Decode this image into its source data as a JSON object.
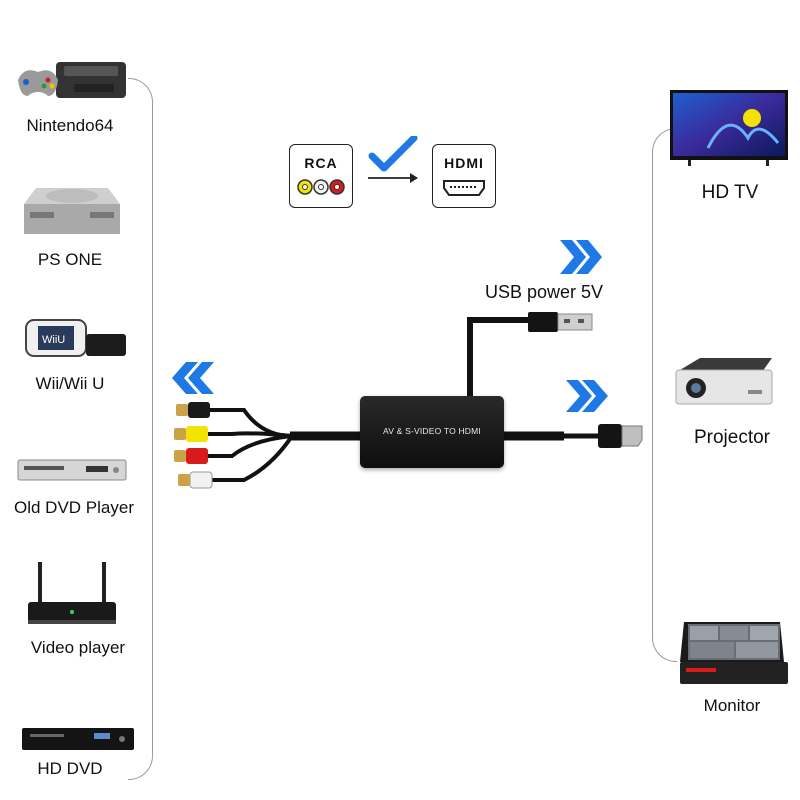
{
  "source_devices": [
    {
      "label": "Nintendo64",
      "icon": "game-console-icon"
    },
    {
      "label": "PS ONE",
      "icon": "ps-one-console-icon"
    },
    {
      "label": "Wii/Wii U",
      "icon": "wii-console-icon"
    },
    {
      "label": "Old DVD Player",
      "icon": "dvd-player-icon"
    },
    {
      "label": "Video player",
      "icon": "video-player-icon"
    },
    {
      "label": "HD DVD",
      "icon": "hd-dvd-player-icon"
    }
  ],
  "display_devices": [
    {
      "label": "HD TV",
      "icon": "tv-icon"
    },
    {
      "label": "Projector",
      "icon": "projector-icon"
    },
    {
      "label": "Monitor",
      "icon": "monitor-icon"
    }
  ],
  "conversion": {
    "from_label": "RCA",
    "to_label": "HDMI"
  },
  "converter": {
    "box_label": "AV & S-VIDEO TO HDMI"
  },
  "usb": {
    "label": "USB power 5V"
  },
  "colors": {
    "arrow_blue": "#1e78e6",
    "rca_yellow": "#f2e400",
    "rca_red": "#d81a1a",
    "rca_white": "#eeeeee",
    "cable_black": "#111111"
  }
}
